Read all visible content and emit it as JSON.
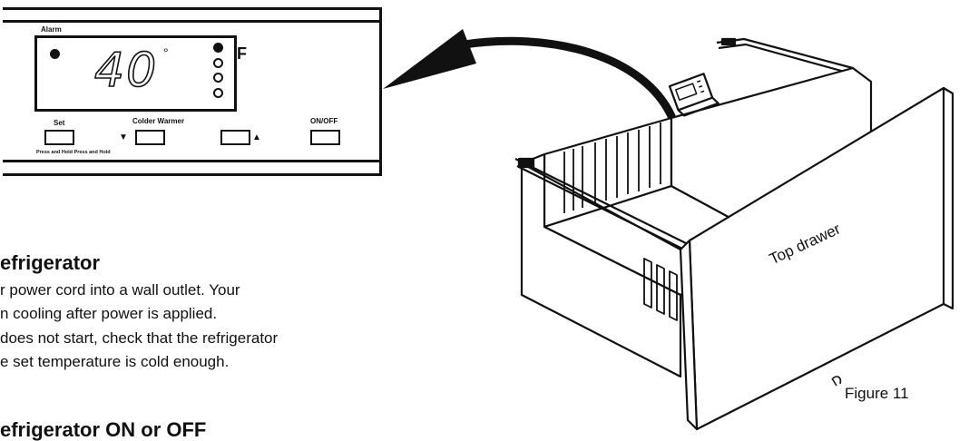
{
  "panel": {
    "alarm_label": "Alarm",
    "temperature": "40",
    "degree_symbol": "°",
    "unit": "F",
    "set_label": "Set",
    "colder_warmer_label": "Colder Warmer",
    "onoff_label": "ON/OFF",
    "press_hold_label": "Press and Hold Press and Hold",
    "down_arrow": "▼",
    "up_arrow": "▲"
  },
  "text": {
    "heading1": "efrigerator",
    "line1": "r power cord into a wall outlet. Your",
    "line2": "n cooling after power is applied.",
    "line3": "does not start, check that the refrigerator",
    "line4": "e set temperature is cold enough.",
    "heading2": "efrigerator ON or OFF"
  },
  "illustration": {
    "drawer_label": "Top drawer",
    "caption": "Figure 11"
  },
  "colors": {
    "ink": "#111111",
    "paper": "#ffffff"
  }
}
